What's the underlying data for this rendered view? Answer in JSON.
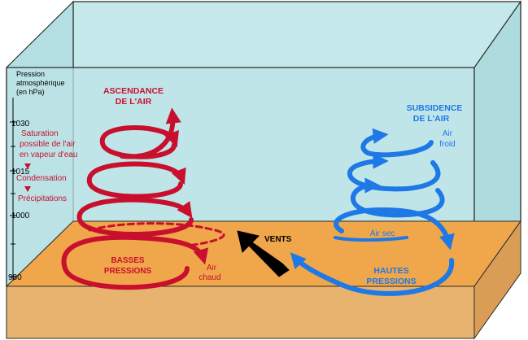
{
  "axis": {
    "title_line1": "Pression",
    "title_line2": "atmosphérique",
    "title_line3": "(en hPa)",
    "ticks": [
      "1030",
      "1015",
      "1000",
      "980"
    ]
  },
  "low_side": {
    "title_line1": "ASCENDANCE",
    "title_line2": "DE L'AIR",
    "steps": {
      "saturation_line1": "Saturation",
      "saturation_line2": "possible de l'air",
      "saturation_line3": "en vapeur d'eau",
      "condensation": "Condensation",
      "precipitations": "Précipitations"
    },
    "pressure_line1": "BASSES",
    "pressure_line2": "PRESSIONS",
    "warm_air_line1": "Air",
    "warm_air_line2": "chaud"
  },
  "high_side": {
    "title_line1": "SUBSIDENCE",
    "title_line2": "DE L'AIR",
    "cold_air_line1": "Air",
    "cold_air_line2": "froid",
    "dry_air": "Air sec",
    "pressure_line1": "HAUTES",
    "pressure_line2": "PRESSIONS"
  },
  "winds_label": "VENTS",
  "colors": {
    "box_fill": "#bfe6e8",
    "ground_top": "#f0a64a",
    "ground_side": "#e8b06a",
    "low_color": "#c8102e",
    "high_color": "#1e78e6",
    "arrow_black": "#000000"
  }
}
